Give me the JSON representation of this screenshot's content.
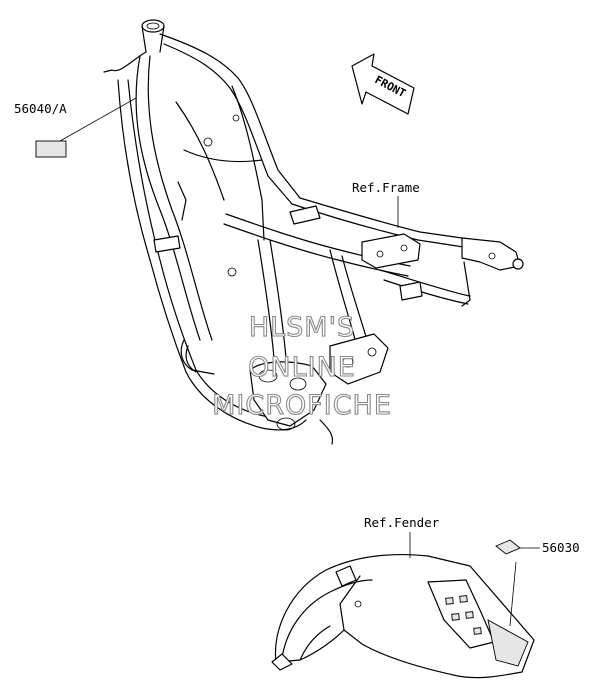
{
  "labels": {
    "part_frame_decal": "56040/A",
    "ref_frame": "Ref.Frame",
    "ref_fender": "Ref.Fender",
    "part_fender_decal": "56030"
  },
  "direction_arrow": {
    "text": "FRONT"
  },
  "watermark": {
    "line1": "HLSM'S",
    "line2": "ONLINE",
    "line3": "MICROFICHE"
  }
}
